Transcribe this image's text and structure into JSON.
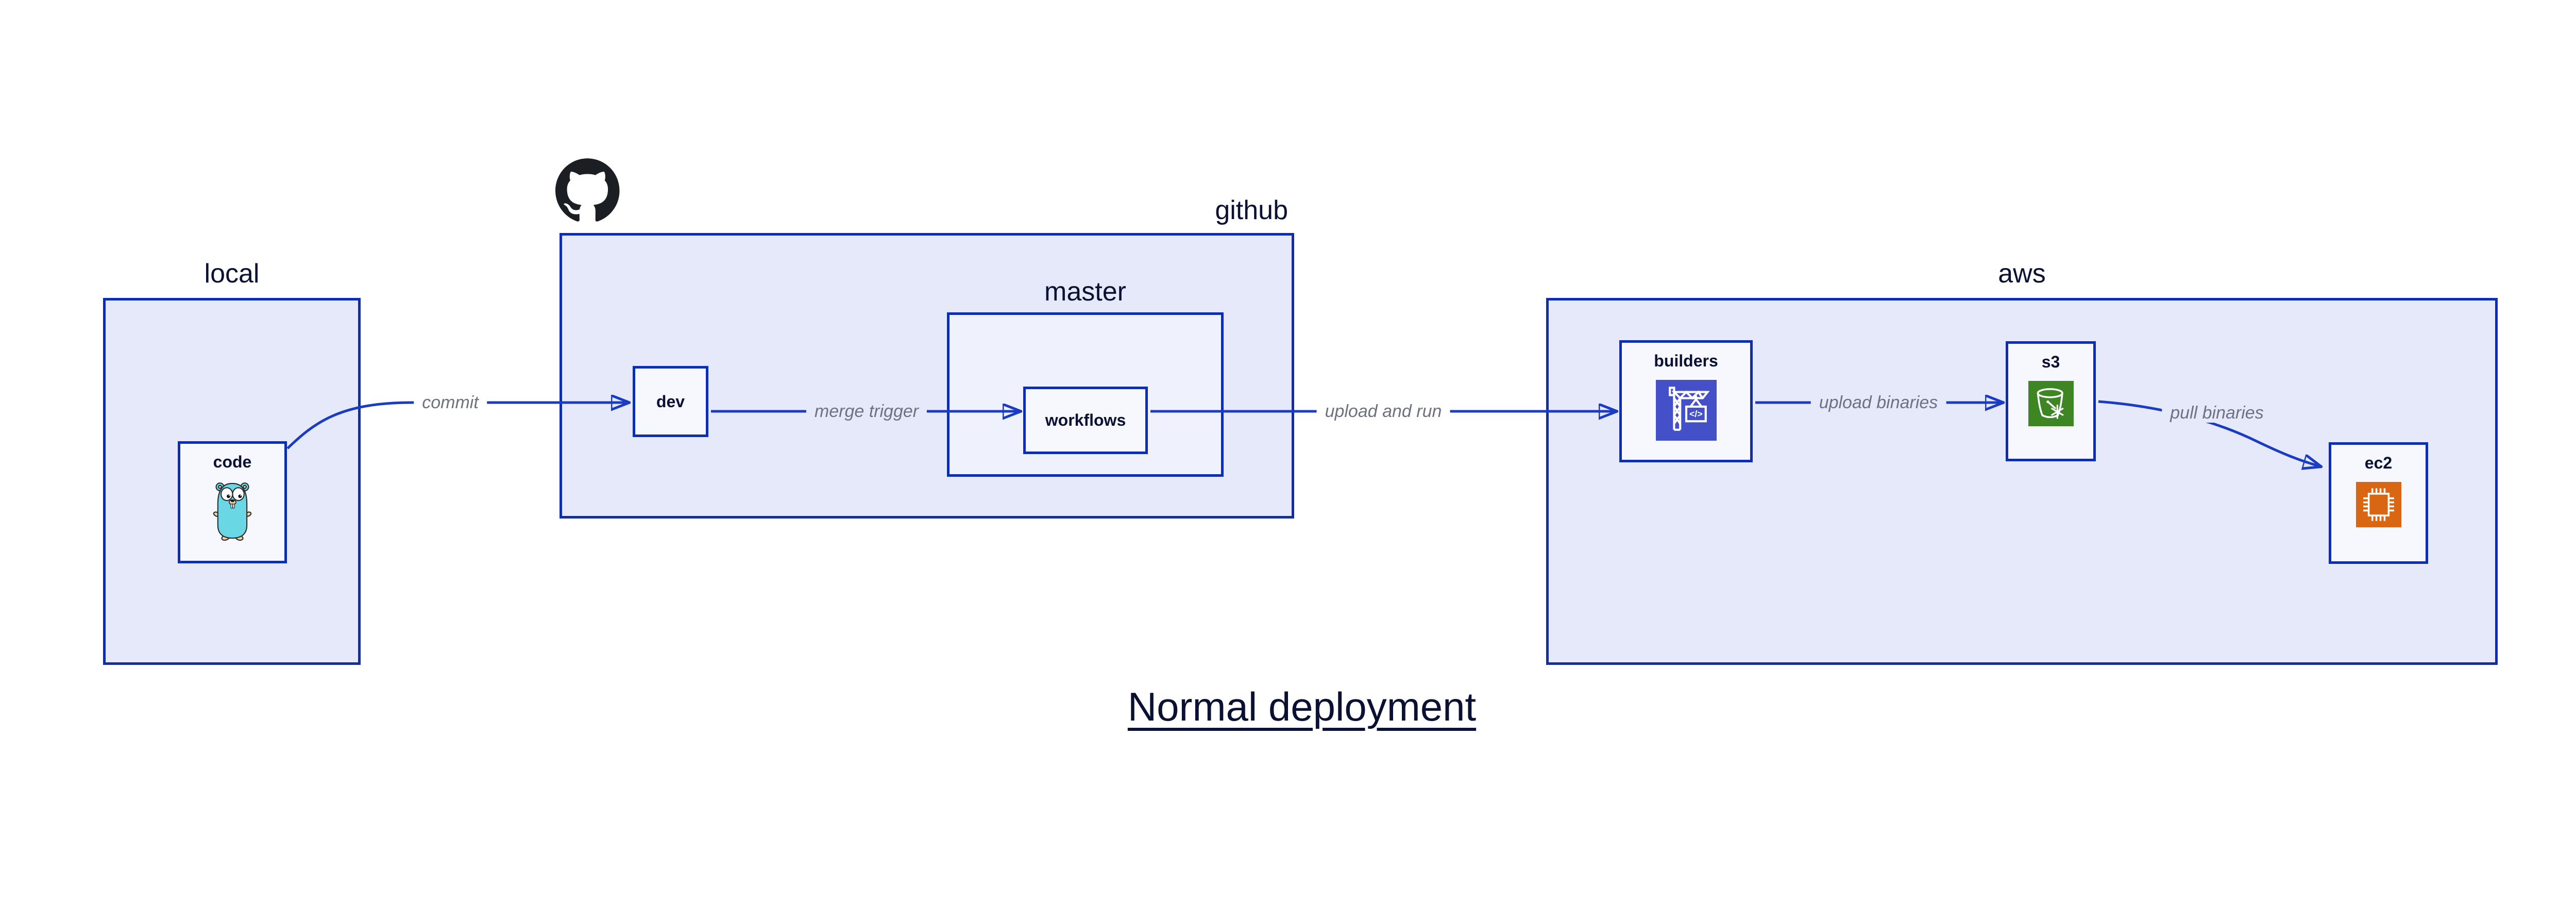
{
  "diagram_title": "Normal deployment",
  "containers": {
    "local": {
      "label": "local"
    },
    "github": {
      "label": "github",
      "icon": "github-octocat"
    },
    "master": {
      "label": "master"
    },
    "aws": {
      "label": "aws"
    }
  },
  "nodes": {
    "code": {
      "label": "code",
      "icon": "go-gopher"
    },
    "dev": {
      "label": "dev"
    },
    "workflows": {
      "label": "workflows"
    },
    "builders": {
      "label": "builders",
      "icon": "aws-codebuild-crane"
    },
    "s3": {
      "label": "s3",
      "icon": "aws-s3-glacier-bucket"
    },
    "ec2": {
      "label": "ec2",
      "icon": "aws-ec2-chip"
    }
  },
  "edges": {
    "commit": {
      "label": "commit",
      "from": "code",
      "to": "dev"
    },
    "merge_trigger": {
      "label": "merge trigger",
      "from": "dev",
      "to": "workflows"
    },
    "upload_and_run": {
      "label": "upload and run",
      "from": "workflows",
      "to": "builders"
    },
    "upload_binaries": {
      "label": "upload binaries",
      "from": "builders",
      "to": "s3"
    },
    "pull_binaries": {
      "label": "pull binaries",
      "from": "s3",
      "to": "ec2"
    }
  },
  "icons": {
    "codebuild_code_glyph": "</>"
  },
  "colors": {
    "background": "#ffffff",
    "container_fill": "#e5e9fa",
    "inner_container_fill": "#eff2fc",
    "node_fill": "#f7f8fe",
    "border": "#0d2eb0",
    "edge": "#1a3cc2",
    "label": "#0b1133",
    "edge_label": "#6e7280",
    "codebuild_icon_bg": "#4450c8",
    "s3_icon_bg": "#3e8624",
    "ec2_icon_bg": "#d86613",
    "gopher_body": "#6ad7e5",
    "octocat": "#1b1f23"
  }
}
